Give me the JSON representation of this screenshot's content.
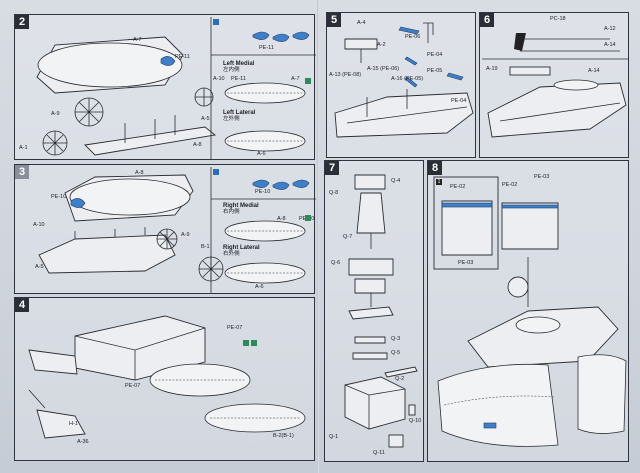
{
  "steps": [
    {
      "number": "2",
      "parts": [
        "A-7",
        "PE-11",
        "A-10",
        "A-9",
        "A-1",
        "A-5",
        "A-8"
      ],
      "pe_label": "PE-11",
      "left_medial": "Left Medial",
      "left_medial_cn": "左内側",
      "left_lateral": "Left Lateral",
      "left_lateral_cn": "左外側",
      "track_parts": [
        "PE-11",
        "A-7",
        "A-6"
      ]
    },
    {
      "number": "3",
      "parts": [
        "A-8",
        "PE-10",
        "A-10",
        "A-9",
        "B-1",
        "A-5"
      ],
      "pe_label": "PE-10",
      "right_medial": "Right Medial",
      "right_medial_cn": "右内側",
      "right_lateral": "Right Lateral",
      "right_lateral_cn": "右外側",
      "track_parts": [
        "A-8",
        "PE-10",
        "A-6"
      ]
    },
    {
      "number": "4",
      "parts": [
        "PE-07",
        "PE-07",
        "H-1",
        "A-36",
        "B-2(B-1)"
      ]
    },
    {
      "number": "5",
      "parts": [
        "A-4",
        "A-2",
        "PE-06",
        "A-13 (PE-08)",
        "A-15 (PE-06)",
        "A-16 (PE-05)",
        "PE-04",
        "PE-05",
        "PE-04"
      ]
    },
    {
      "number": "6",
      "parts": [
        "PC-18",
        "A-12",
        "A-14",
        "A-14",
        "A-19"
      ]
    },
    {
      "number": "7",
      "parts": [
        "Q-4",
        "Q-8",
        "Q-7",
        "Q-6",
        "Q-3",
        "Q-5",
        "Q-2",
        "Q-1",
        "Q-10",
        "Q-11"
      ]
    },
    {
      "number": "8",
      "parts": [
        "PE-02",
        "PE-03",
        "PE-03",
        "PE-02"
      ],
      "sub": "1"
    }
  ],
  "colors": {
    "pe_blue": "#3f7fc9",
    "badge_green": "#2e8b57",
    "ink": "#2a2d33"
  }
}
